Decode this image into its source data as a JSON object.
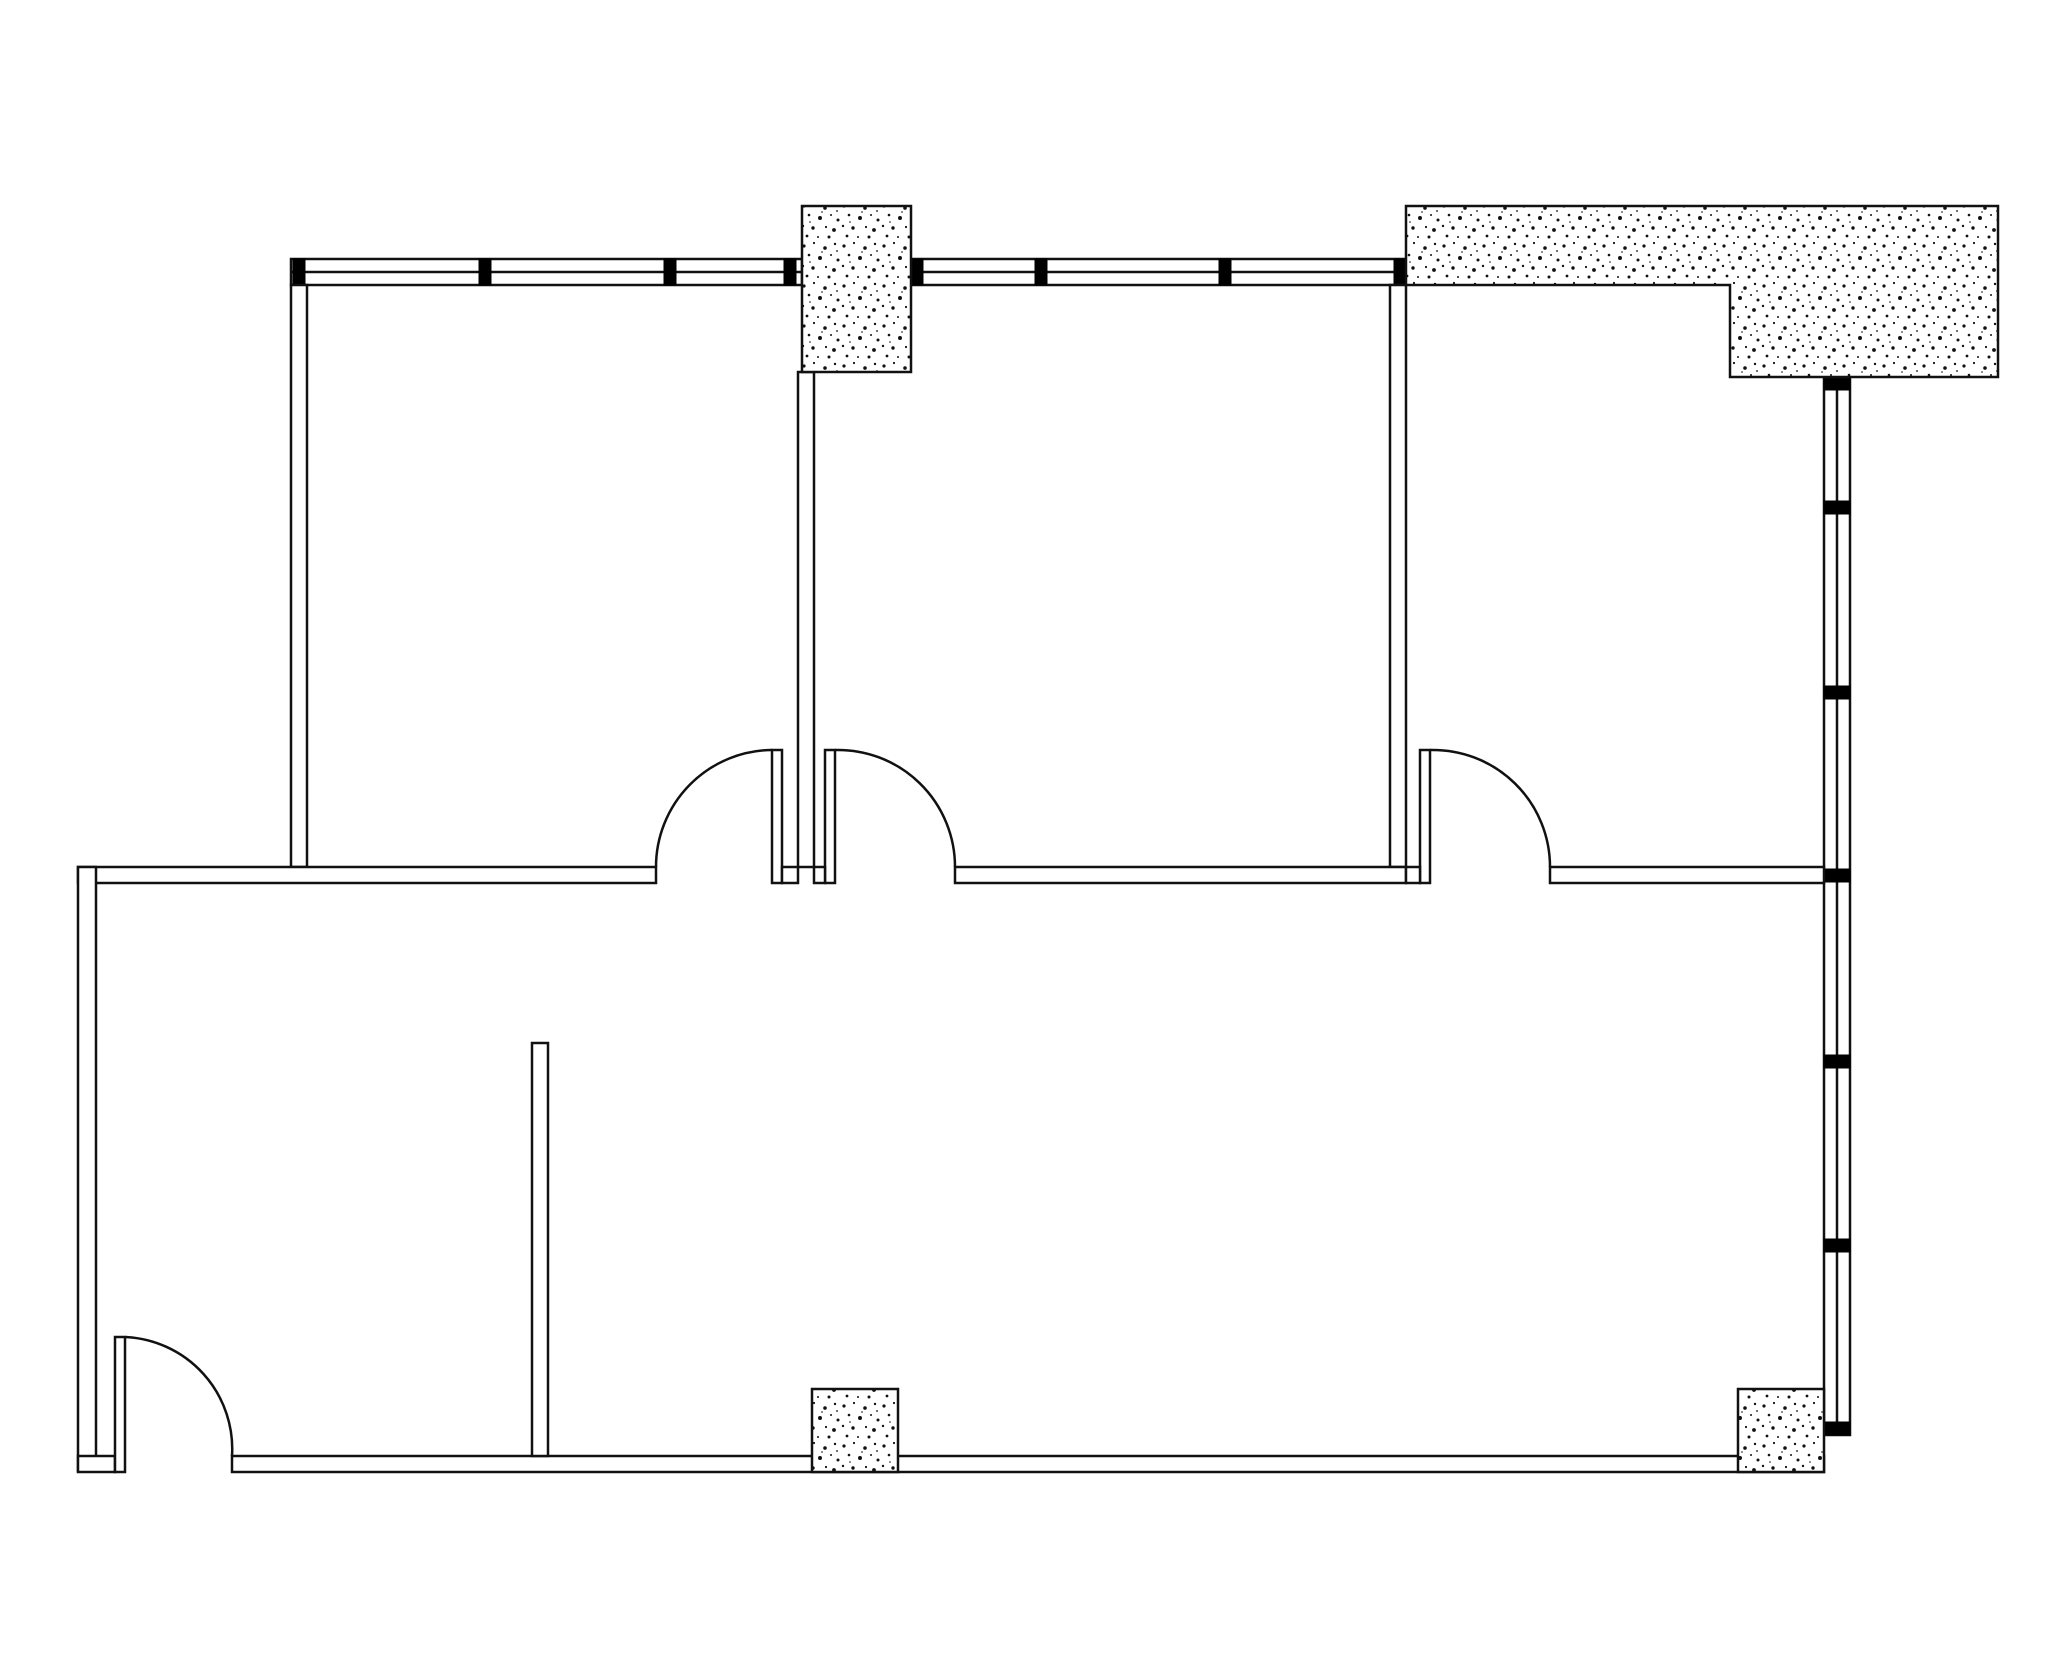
{
  "drawing": {
    "kind": "floor-plan",
    "text_labels": [],
    "rooms": [
      "office-1",
      "office-2",
      "office-3",
      "open-area"
    ],
    "doors": [
      "door-office-1",
      "door-office-2",
      "door-office-3",
      "door-entry"
    ],
    "columns": [
      "column-top-middle",
      "column-top-right-l",
      "column-bottom-middle",
      "column-bottom-right"
    ],
    "colors": {
      "line": "#111111",
      "fill": "#ffffff",
      "mullion": "#000000"
    }
  }
}
